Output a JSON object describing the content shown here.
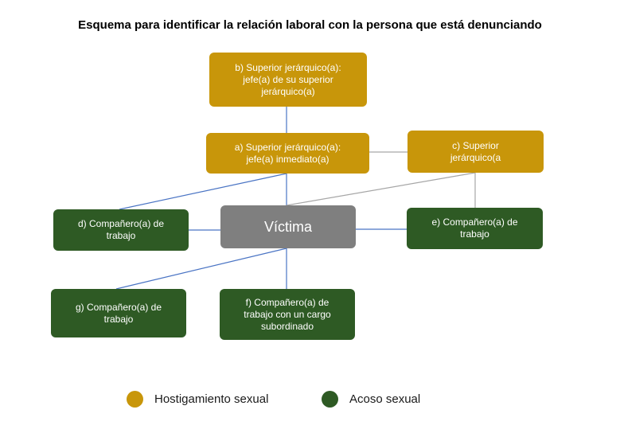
{
  "title": "Esquema para identificar la relación laboral con la persona que está denunciando",
  "nodes": {
    "b": {
      "label": "b) Superior jerárquico(a):\njefe(a) de su superior\njerárquico(a)",
      "category": "hostigamiento"
    },
    "a": {
      "label": "a) Superior jerárquico(a):\njefe(a) inmediato(a)",
      "category": "hostigamiento"
    },
    "c": {
      "label": "c) Superior\njerárquico(a",
      "category": "hostigamiento"
    },
    "victima": {
      "label": "Víctima"
    },
    "d": {
      "label": "d) Compañero(a) de\ntrabajo",
      "category": "acoso"
    },
    "e": {
      "label": "e) Compañero(a) de\ntrabajo",
      "category": "acoso"
    },
    "g": {
      "label": "g) Compañero(a) de\ntrabajo",
      "category": "acoso"
    },
    "f": {
      "label": "f) Compañero(a) de\ntrabajo con un cargo\nsubordinado",
      "category": "acoso"
    }
  },
  "edges": [
    [
      "b",
      "a"
    ],
    [
      "a",
      "c"
    ],
    [
      "a",
      "victima"
    ],
    [
      "a",
      "d"
    ],
    [
      "c",
      "victima"
    ],
    [
      "c",
      "e"
    ],
    [
      "victima",
      "d"
    ],
    [
      "victima",
      "e"
    ],
    [
      "victima",
      "g"
    ],
    [
      "victima",
      "f"
    ]
  ],
  "legend": [
    {
      "label": "Hostigamiento sexual",
      "color": "#c8960a"
    },
    {
      "label": "Acoso sexual",
      "color": "#2e5a24"
    }
  ],
  "colors": {
    "hostigamiento": "#c8960a",
    "acoso": "#2e5a24",
    "victima": "#7f7f7f",
    "line_blue": "#4a74c4",
    "line_gray": "#a6a6a6"
  }
}
